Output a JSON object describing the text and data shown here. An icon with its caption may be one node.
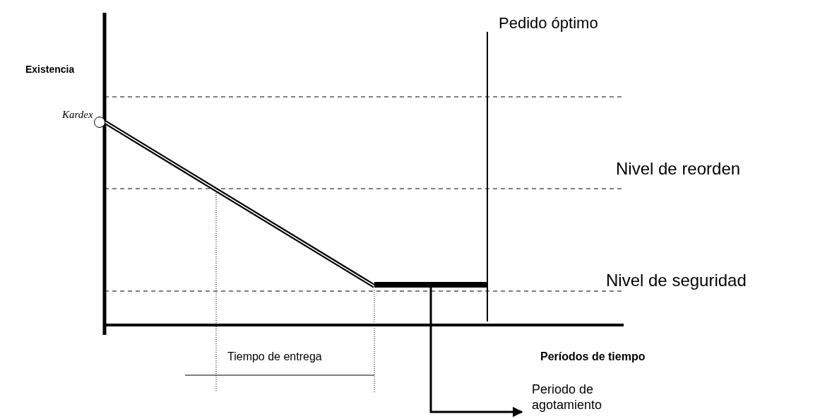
{
  "diagram": {
    "nodes": [
      {
        "text": [],
        "shape": "circle"
      },
      {
        "text": [],
        "shape": "bar"
      },
      {
        "text": [
          "Periodo de agotamiento"
        ]
      }
    ],
    "edges": [
      {
        "from": 0,
        "to": 1,
        "arrow": "none",
        "style": "thick"
      },
      {
        "from": 1,
        "to": 2,
        "arrow": "to"
      }
    ],
    "labels": [
      "Existencia",
      "Pedido óptimo",
      "Kardex",
      "Nivel de reorden",
      "Nivel de seguridad",
      "Tiempo de entrega",
      "Períodos de tiempo"
    ]
  }
}
